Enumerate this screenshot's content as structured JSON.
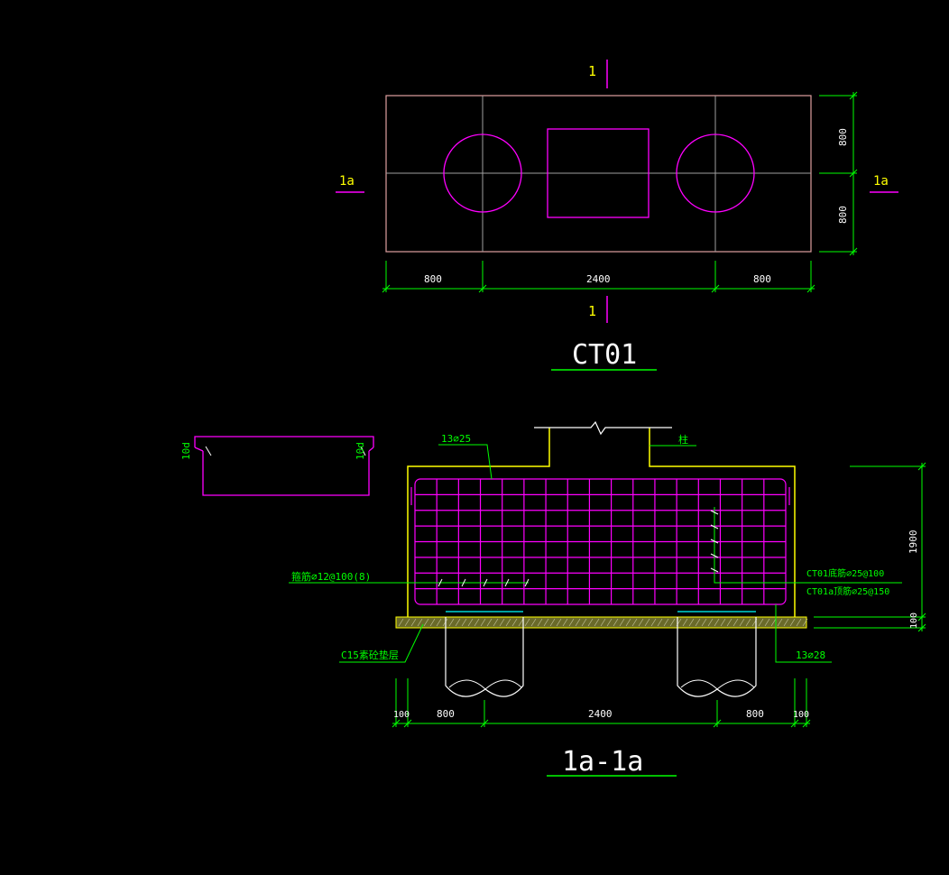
{
  "plan": {
    "section_mark_top": "1",
    "section_mark_bottom": "1",
    "section_mark_left": "1a",
    "section_mark_right": "1a",
    "dim_left": "800",
    "dim_middle": "2400",
    "dim_right": "800",
    "dim_upper": "800",
    "dim_lower": "800",
    "title": "CT01"
  },
  "section": {
    "label_top_rebar": "13⌀25",
    "label_stirrup": "箍筋⌀12@100(8)",
    "label_pile_cap_note1": "CT01底筋⌀25@100",
    "label_pile_cap_note2": "CT01a顶筋⌀25@150",
    "label_cushion": "C15素砼垫层",
    "label_bottom_rebar": "13⌀28",
    "label_column_mark": "柱",
    "dim_height": "1900",
    "dim_cushion": "100",
    "dim_100_left": "100",
    "dim_800_left": "800",
    "dim_2400": "2400",
    "dim_800_right": "800",
    "dim_100_right": "100",
    "title": "1a-1a"
  },
  "hook_detail": {
    "left_label": "10d",
    "right_label": "10d"
  },
  "colors": {
    "background": "#000000",
    "outline": "#e0a0a0",
    "magenta": "#ff00ff",
    "green": "#00ff00",
    "yellow": "#ffff00",
    "white": "#ffffff",
    "cyan": "#00ffff",
    "gray": "#a0a0a0"
  }
}
